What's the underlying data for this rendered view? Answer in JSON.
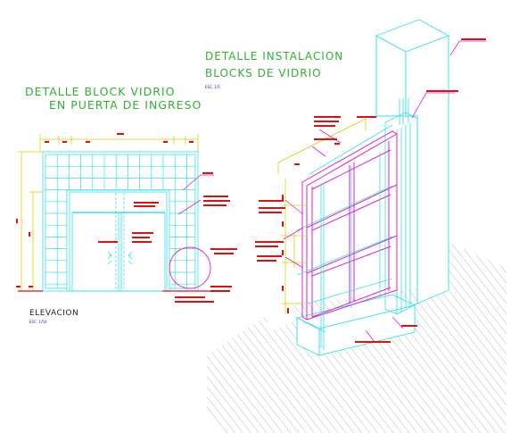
{
  "left_title_line1": "DETALLE BLOCK VIDRIO",
  "left_title_line2": "EN PUERTA DE INGRESO",
  "right_title_line1": "DETALLE INSTALACION",
  "right_title_line2": "BLOCKS DE VIDRIO",
  "right_scale": "ESC. 1/5",
  "elevation_label": "ELEVACION",
  "elevation_scale": "ESC. 1/50",
  "colors": {
    "cyan": "#33e0ee",
    "magenta": "#e020c8",
    "yellow": "#ddd000",
    "red": "#e01010",
    "green": "#30b030",
    "hatch": "#a0a0a0",
    "black": "#222222",
    "blue": "#2020d0"
  }
}
